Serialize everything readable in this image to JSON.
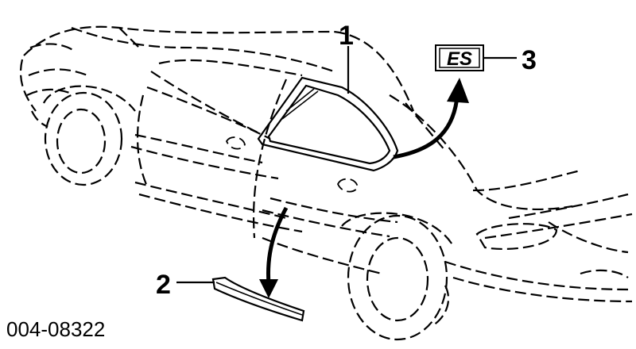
{
  "callouts": {
    "one": "1",
    "two": "2",
    "three": "3"
  },
  "badge": {
    "text": "ES"
  },
  "figure": {
    "part_number": "004-08322"
  }
}
